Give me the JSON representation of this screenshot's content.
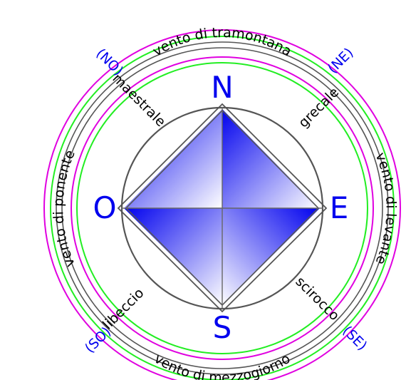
{
  "colors": {
    "magenta": "#e000e0",
    "green": "#22ee22",
    "gray": "#555555",
    "blue": "#0000ee",
    "background": "#ffffff"
  },
  "cardinals": {
    "north": "N",
    "east": "E",
    "south": "S",
    "west": "O"
  },
  "intercardinals": {
    "nw": "(NO)",
    "ne": "(NE)",
    "se": "(SE)",
    "sw": "(SO)"
  },
  "winds": {
    "north": "vento di tramontana",
    "east": "vento di levante",
    "south": "vento di mezzogiorno",
    "west": "vento di ponente",
    "nw": "maestrale",
    "ne": "grecale",
    "se": "scirocco",
    "sw": "libeccio"
  }
}
